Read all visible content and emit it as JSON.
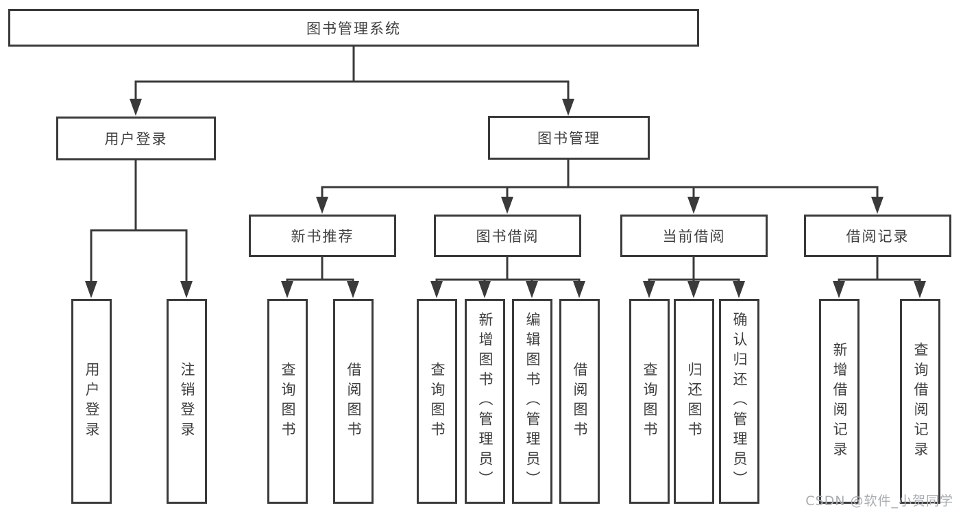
{
  "tree": {
    "label": "图书管理系统",
    "children": [
      {
        "label": "用户登录",
        "children": [
          {
            "label": "用户登录"
          },
          {
            "label": "注销登录"
          }
        ]
      },
      {
        "label": "图书管理",
        "children": [
          {
            "label": "新书推荐",
            "children": [
              {
                "label": "查询图书"
              },
              {
                "label": "借阅图书"
              }
            ]
          },
          {
            "label": "图书借阅",
            "children": [
              {
                "label": "查询图书"
              },
              {
                "label": "新增图书（管理员）"
              },
              {
                "label": "编辑图书（管理员）"
              },
              {
                "label": "借阅图书"
              }
            ]
          },
          {
            "label": "当前借阅",
            "children": [
              {
                "label": "查询图书"
              },
              {
                "label": "归还图书"
              },
              {
                "label": "确认归还（管理员）"
              }
            ]
          },
          {
            "label": "借阅记录",
            "children": [
              {
                "label": "新增借阅记录"
              },
              {
                "label": "查询借阅记录"
              }
            ]
          }
        ]
      }
    ]
  },
  "watermark": {
    "text": "CSDN @软件_小贺同学"
  },
  "colors": {
    "line": "#3a3a3a",
    "text": "#3f3f3f",
    "watermark": "#a9adb0",
    "background": "#ffffff"
  }
}
